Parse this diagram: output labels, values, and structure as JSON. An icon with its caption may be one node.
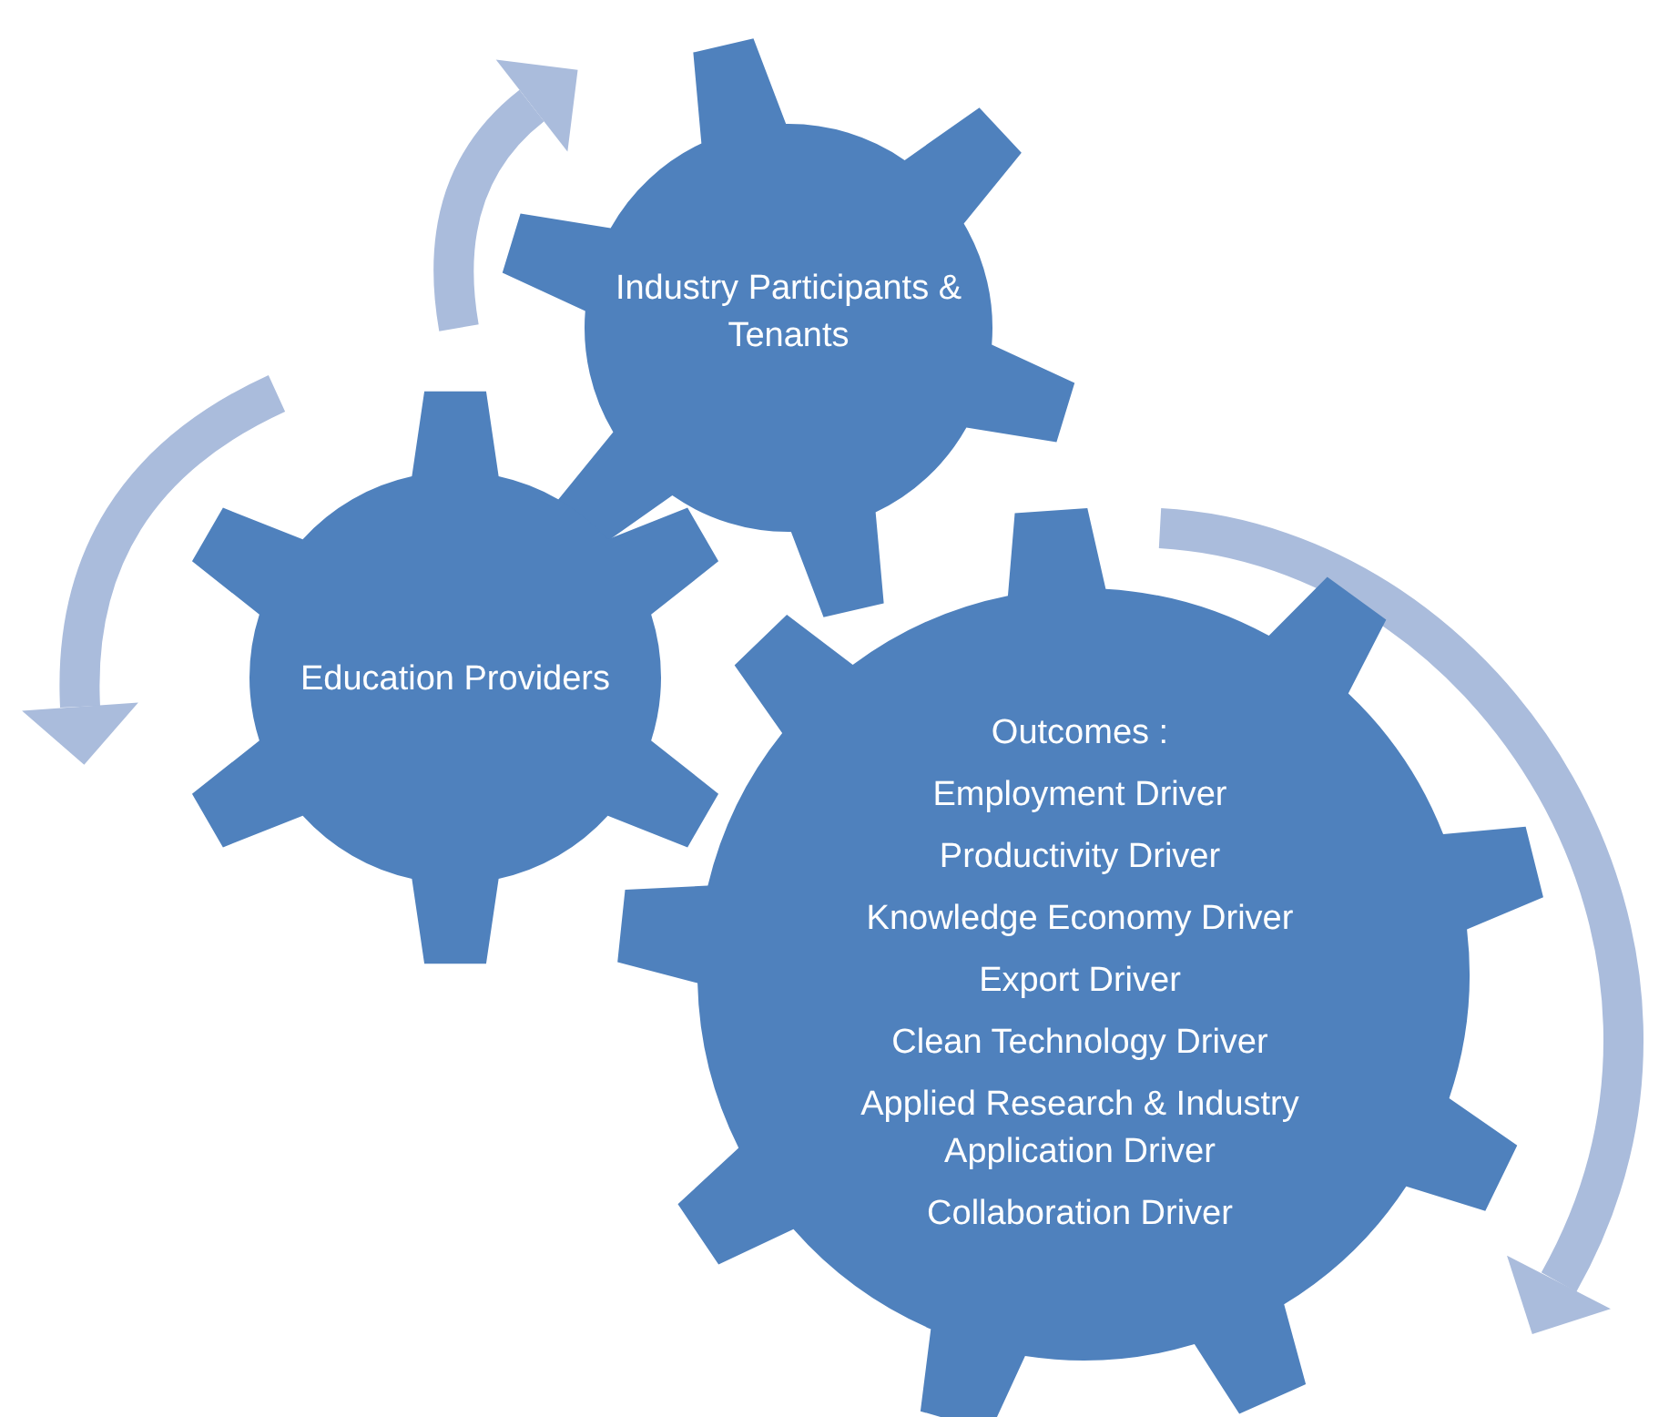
{
  "diagram": {
    "nodes": [
      {
        "text": [
          "Industry Participants & Tenants"
        ]
      },
      {
        "text": [
          "Education Providers"
        ]
      },
      {
        "text": [
          "Outcomes :",
          "Employment Driver",
          "Productivity Driver",
          "Knowledge Economy Driver",
          "Export Driver",
          "Clean Technology Driver",
          "Applied Research & Industry Application Driver",
          "Collaboration Driver"
        ]
      }
    ]
  }
}
